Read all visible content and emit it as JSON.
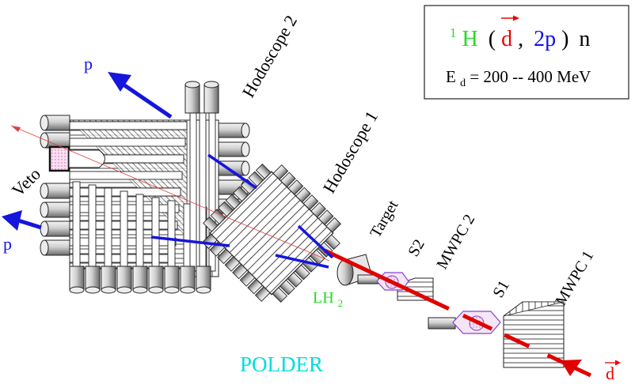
{
  "reaction_box": {
    "mass_number": "1",
    "target_nucleus": "H",
    "open_paren": "(",
    "projectile": "d",
    "comma": ",",
    "ejectile": "2p",
    "close_paren": ")",
    "residual": "n",
    "energy_symbol": "E",
    "energy_subscript": "d",
    "energy_text": "= 200 -- 400 MeV"
  },
  "labels": {
    "hodoscope2": "Hodoscope 2",
    "hodoscope1": "Hodoscope 1",
    "veto": "Veto",
    "target": "Target",
    "s2": "S2",
    "mwpc2": "MWPC 2",
    "s1": "S1",
    "mwpc1": "MWPC 1",
    "lh2": "LH",
    "lh2_sub": "2",
    "polder": "POLDER",
    "proton_top": "p",
    "proton_left": "p",
    "deuteron": "d"
  },
  "colors": {
    "green": "#22dd22",
    "red": "#ee0000",
    "blue": "#1010ee",
    "cyan": "#00dddd",
    "proton_track": "#1515dd",
    "deuteron_track": "#e00000",
    "chamber": "#8844cc",
    "chamber_fill": "#f3ccee"
  }
}
